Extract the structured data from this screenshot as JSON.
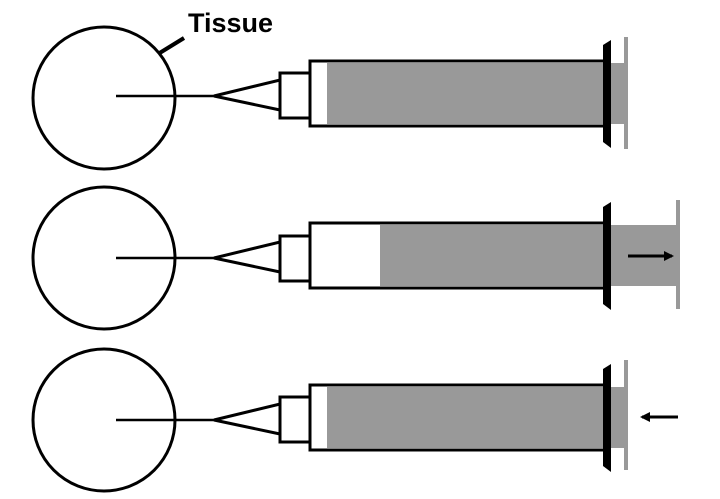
{
  "label": {
    "tissue": "Tissue"
  },
  "colors": {
    "stroke": "#000000",
    "fluid": "#999999",
    "background": "#ffffff"
  },
  "panels": [
    {
      "step": 1,
      "plunger": "rest",
      "arrow": "none"
    },
    {
      "step": 2,
      "plunger": "pulled-back",
      "arrow": "right-arrow"
    },
    {
      "step": 3,
      "plunger": "rest",
      "arrow": "left-arrow"
    }
  ]
}
